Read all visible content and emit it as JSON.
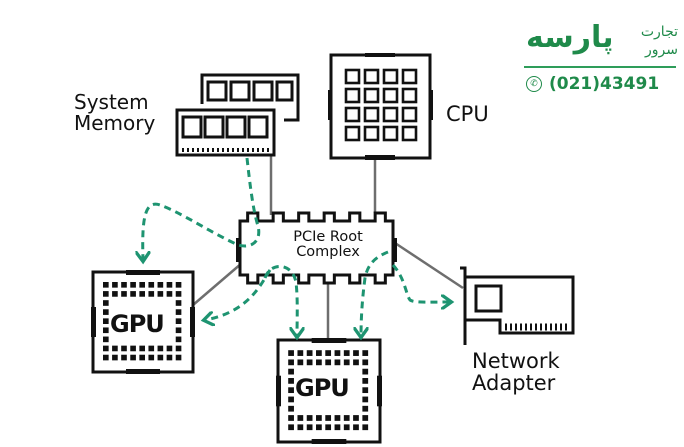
{
  "labels": {
    "system_memory": [
      "System",
      "Memory"
    ],
    "cpu": "CPU",
    "pcie_root": [
      "PCIe Root",
      "Complex"
    ],
    "gpu_left": "GPU",
    "gpu_bottom": "GPU",
    "network_adapter": [
      "Network",
      "Adapter"
    ]
  },
  "logo": {
    "brand_name": "پارسه",
    "tagline_line1": "تجارت",
    "tagline_line2": "سرور",
    "phone": "(021)43491",
    "phone_icon": "phone-icon"
  },
  "colors": {
    "data_path": "#1e9471",
    "connector": "#6e6e6e",
    "outline": "#111111",
    "brand": "#1f8a4a"
  }
}
